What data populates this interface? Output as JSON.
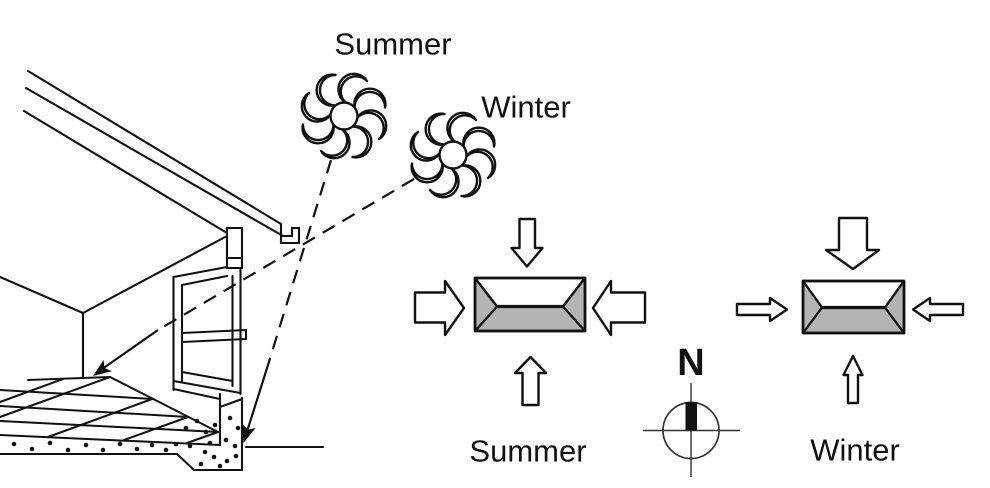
{
  "colors": {
    "ink": "#111111",
    "building_fill": "#b4b4b4",
    "arrow_fill": "#ffffff",
    "background": "#ffffff"
  },
  "sun_path_section": {
    "summer_sun_label": "Summer",
    "winter_sun_label": "Winter"
  },
  "heat_flow_plans": {
    "summer": {
      "label": "Summer"
    },
    "winter": {
      "label": "Winter"
    }
  },
  "compass": {
    "north_label": "N"
  }
}
